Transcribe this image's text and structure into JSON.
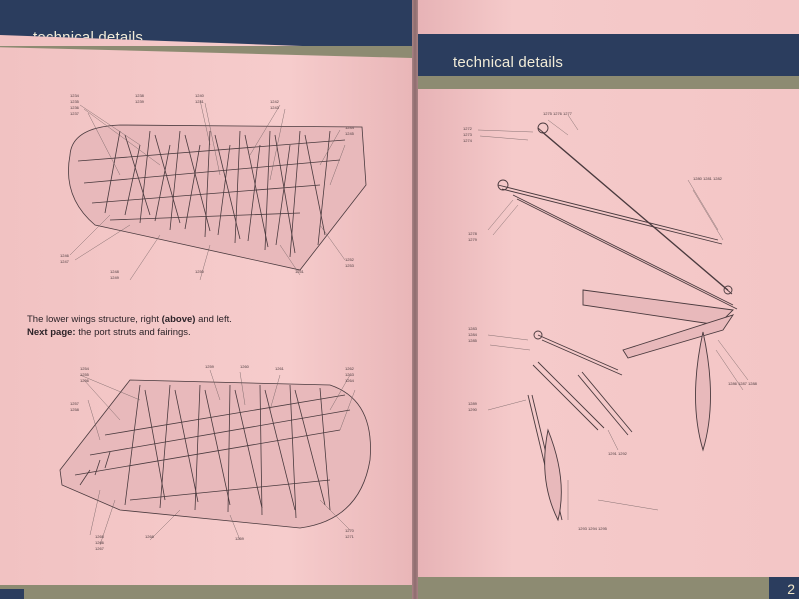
{
  "left_page": {
    "header_title": "technical details",
    "caption": {
      "line1_prefix": "The lower wings structure, right ",
      "line1_bold": "(above)",
      "line1_suffix": " and left.",
      "line2_bold": "Next page:",
      "line2_suffix": " the port struts and fairings."
    }
  },
  "right_page": {
    "header_title": "technical details",
    "page_number": "2"
  },
  "colors": {
    "header_navy": "#2b3d5e",
    "header_stripe": "#8d8b72",
    "paper": "#f3c6c6",
    "header_text": "#f2ecd8",
    "ink": "#4a3a3e"
  }
}
